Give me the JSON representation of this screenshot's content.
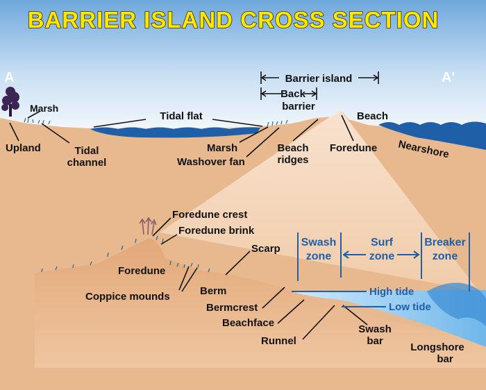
{
  "title": "BARRIER ISLAND CROSS SECTION",
  "section_marks": {
    "start": "A",
    "end": "A'"
  },
  "upper_profile": {
    "barrier_island": "Barrier island",
    "back_barrier_line1": "Back",
    "back_barrier_line2": "barrier",
    "marsh_left": "Marsh",
    "tidal_flat": "Tidal flat",
    "beach": "Beach",
    "upland": "Upland",
    "tidal_channel_line1": "Tidal",
    "tidal_channel_line2": "channel",
    "marsh_right": "Marsh",
    "washover_fan": "Washover fan",
    "beach_ridges_line1": "Beach",
    "beach_ridges_line2": "ridges",
    "foredune": "Foredune",
    "nearshore": "Nearshore"
  },
  "lower_profile": {
    "foredune_crest": "Foredune crest",
    "foredune_brink": "Foredune brink",
    "foredune": "Foredune",
    "scarp": "Scarp",
    "coppice_mounds": "Coppice mounds",
    "berm": "Berm",
    "bermcrest": "Bermcrest",
    "beachface": "Beachface",
    "runnel": "Runnel",
    "swash_zone_line1": "Swash",
    "swash_zone_line2": "zone",
    "surf_zone_line1": "Surf",
    "surf_zone_line2": "zone",
    "breaker_zone_line1": "Breaker",
    "breaker_zone_line2": "zone",
    "high_tide": "High tide",
    "low_tide": "Low tide",
    "swash_bar_line1": "Swash",
    "swash_bar_line2": "bar",
    "longshore_bar_line1": "Longshore",
    "longshore_bar_line2": "bar"
  },
  "colors": {
    "sky_top": "#6fa8dc",
    "sky_bottom": "#f1f7fd",
    "sand": "#e8b98e",
    "sand_light": "#f6dcc4",
    "sand_dark": "#d9a273",
    "water": "#1f5fa8",
    "water_light": "#8cc8ef",
    "title_yellow": "#ffe800",
    "label_blue": "#1f5fa8"
  }
}
